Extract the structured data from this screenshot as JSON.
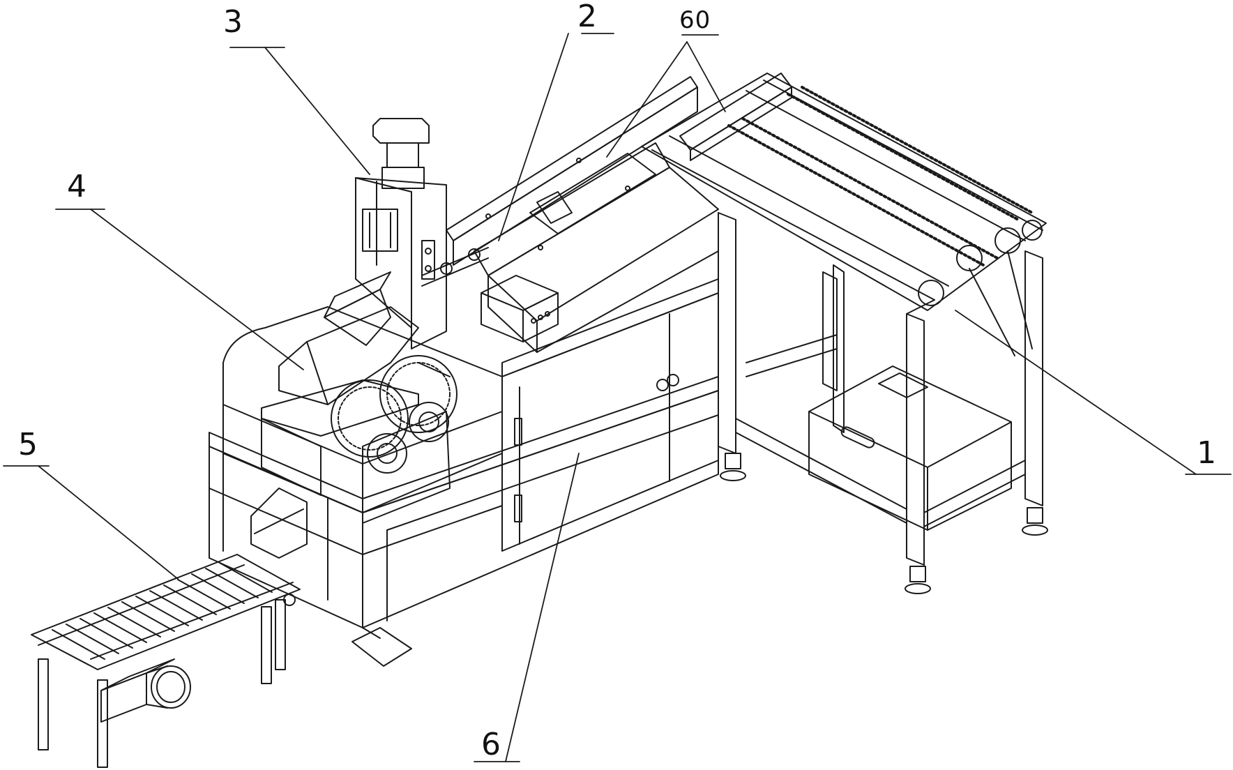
{
  "figure": {
    "reference_labels": [
      {
        "id": "label-3",
        "text": "3"
      },
      {
        "id": "label-2",
        "text": "2"
      },
      {
        "id": "label-60",
        "text": "60"
      },
      {
        "id": "label-4",
        "text": "4"
      },
      {
        "id": "label-5",
        "text": "5"
      },
      {
        "id": "label-1",
        "text": "1"
      },
      {
        "id": "label-6",
        "text": "6"
      }
    ]
  },
  "colors": {
    "line": "#1a1a1a",
    "background": "#ffffff"
  }
}
